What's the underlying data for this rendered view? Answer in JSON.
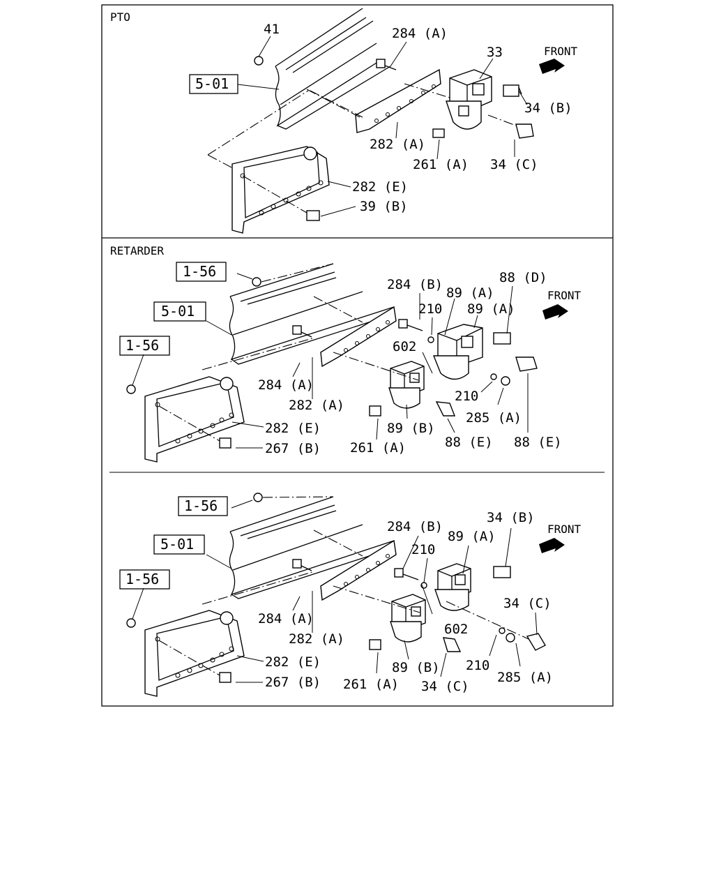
{
  "sections": {
    "pto": {
      "title": "PTO",
      "front": "FRONT",
      "ref_box": "5-01",
      "labels": [
        "41",
        "284 (A)",
        "33",
        "34 (B)",
        "282 (A)",
        "261 (A)",
        "34 (C)",
        "282 (E)",
        "39 (B)"
      ]
    },
    "retarder1": {
      "title": "RETARDER",
      "front": "FRONT",
      "ref_boxes": [
        "1-56",
        "5-01",
        "1-56"
      ],
      "labels": [
        "284 (B)",
        "210",
        "89 (A)",
        "89 (A)",
        "88 (D)",
        "602",
        "284 (A)",
        "282 (A)",
        "210",
        "285 (A)",
        "282 (E)",
        "89 (B)",
        "88 (E)",
        "88 (E)",
        "267 (B)",
        "261 (A)"
      ]
    },
    "retarder2": {
      "front": "FRONT",
      "ref_boxes": [
        "1-56",
        "5-01",
        "1-56"
      ],
      "labels": [
        "284 (B)",
        "34 (B)",
        "210",
        "89 (A)",
        "34 (C)",
        "284 (A)",
        "602",
        "282 (A)",
        "210",
        "282 (E)",
        "89 (B)",
        "285 (A)",
        "267 (B)",
        "261 (A)",
        "34 (C)"
      ]
    }
  }
}
